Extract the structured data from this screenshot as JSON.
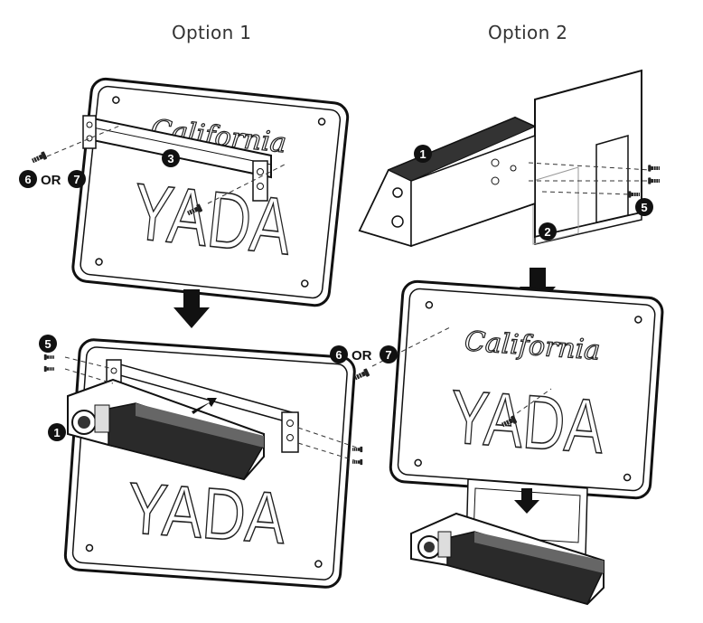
{
  "options": {
    "option1_label": "Option 1",
    "option2_label": "Option 2"
  },
  "plate": {
    "state_text": "California",
    "plate_text": "YADA"
  },
  "callouts": {
    "opt1_top_or_left": "6",
    "opt1_top_or_word": "OR",
    "opt1_top_or_right": "7",
    "opt1_top_bracket": "3",
    "opt1_bottom_screws": "5",
    "opt1_bottom_camera": "1",
    "opt2_top_camera": "1",
    "opt2_top_bracket": "2",
    "opt2_top_screws": "5",
    "opt2_bottom_or_left": "6",
    "opt2_bottom_or_word": "OR",
    "opt2_bottom_or_right": "7"
  },
  "icons": {
    "step_arrow": "down-arrow-icon",
    "slide_arrow": "up-right-arrow-icon",
    "screw": "screw-icon"
  }
}
